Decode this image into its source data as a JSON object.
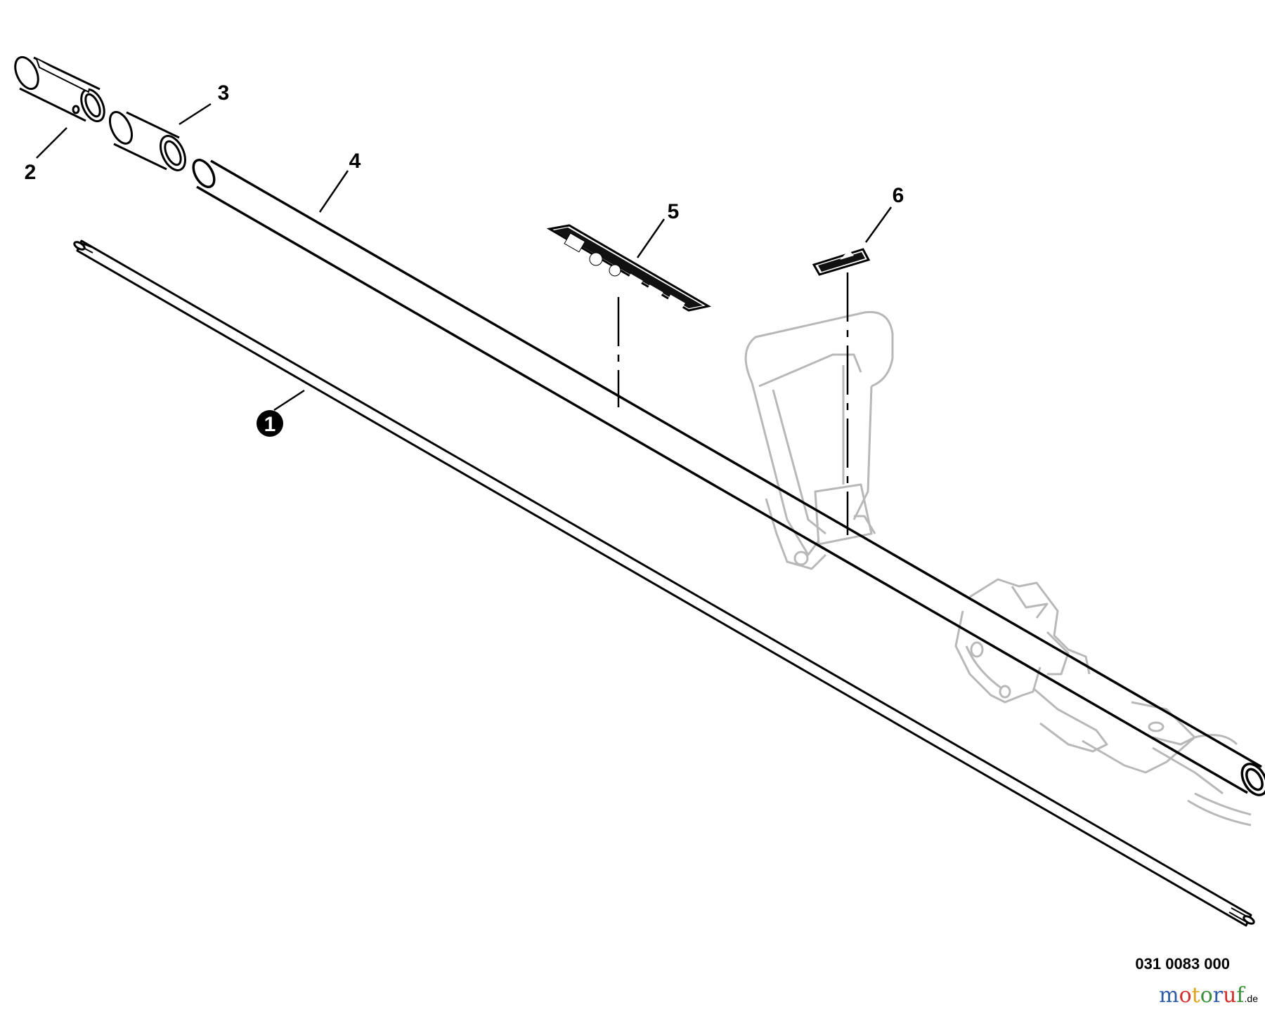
{
  "callouts": {
    "part_1": "1",
    "part_2": "2",
    "part_3": "3",
    "part_4": "4",
    "part_5": "5",
    "part_6": "6"
  },
  "reference_number": "031 0083 000",
  "watermark": {
    "letters": [
      "m",
      "o",
      "t",
      "o",
      "r",
      "u",
      "f"
    ],
    "letter_colors": [
      "#2e5aa8",
      "#d1302a",
      "#e0a21a",
      "#3a8f3a",
      "#2e5aa8",
      "#d1302a",
      "#3a8f3a"
    ],
    "suffix": ".de"
  },
  "colors": {
    "line": "#000000",
    "ghost": "#b8b8b8",
    "background": "#ffffff"
  }
}
